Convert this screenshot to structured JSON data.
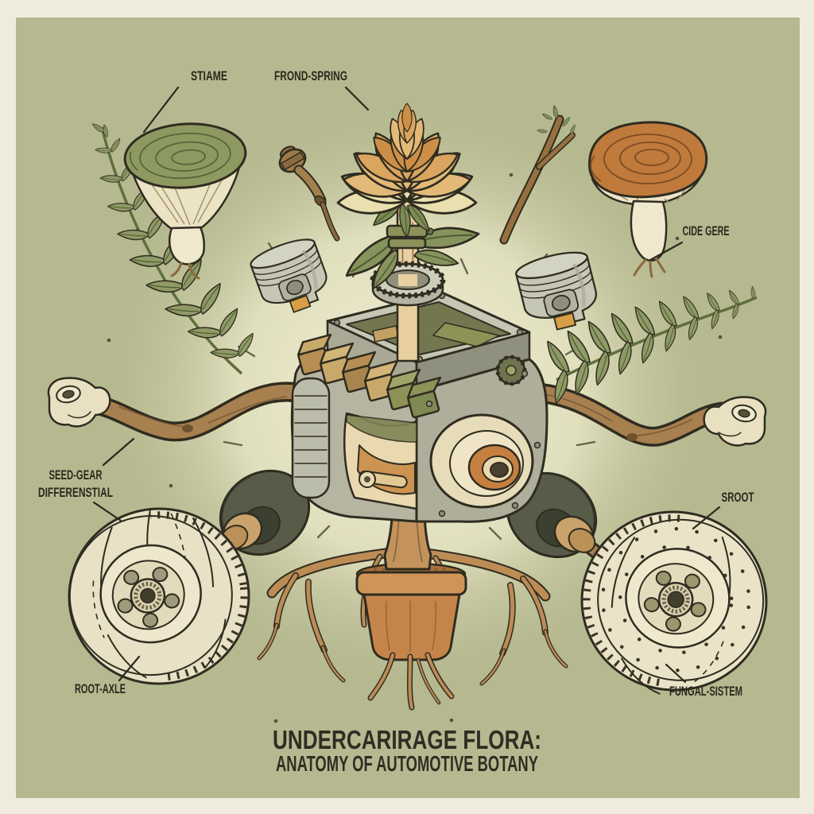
{
  "poster": {
    "title": {
      "line1": "UNDERCARIRAGE FLORA:",
      "line2": "ANATOMY OF AUTOMOTIVE BOTANY"
    },
    "labels": {
      "stiame": "STIAME",
      "frond_spring": "FROND-SPRING",
      "cide_gere": "CIDE GERE",
      "seed_gear_line1": "SEED-GEAR",
      "seed_gear_line2": "DIFFERENSTIAL",
      "root_axle": "ROOT-AXLE",
      "sroot": "SROOT",
      "fungal_sistem": "FUNGAL-SISTEM"
    },
    "colors": {
      "frame": "#f0ecdd",
      "background": "#b6b990",
      "glow": "#f5f0d6",
      "ink": "#2f2c20",
      "title_ink": "#302d24",
      "leaf_green": "#8f9a66",
      "olive_cap": "#8d9960",
      "orange_cap": "#c07a3c",
      "petal_cream": "#eadfae",
      "petal_tan": "#e2b977",
      "petal_orange": "#cd8f47",
      "wood": "#a87f4f",
      "stem_wood": "#e8cfa0",
      "bone": "#e9e0c2",
      "metal": "#c6c6b4",
      "engine_olive": "#73764e",
      "block_tan": "#c2a162",
      "block_olive": "#8e9257",
      "hub_orange": "#c5803f",
      "tire": "#575b47",
      "brake_disc": "#e8e1c6",
      "terracotta": "#c5854a",
      "root": "#bd8c55"
    }
  }
}
